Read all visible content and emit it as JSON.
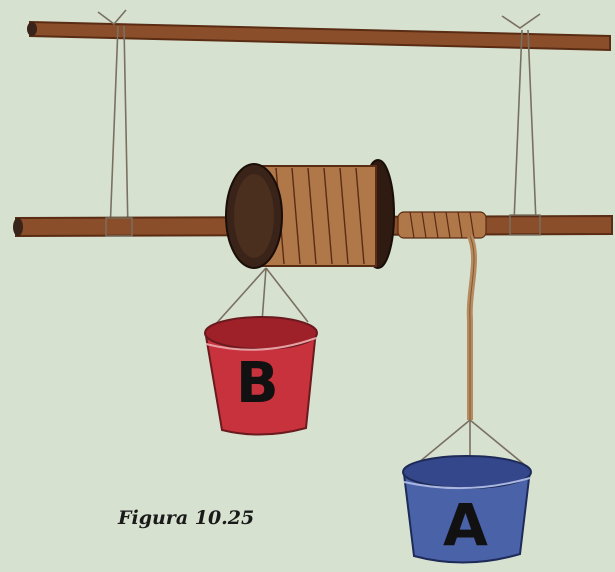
{
  "figure": {
    "caption": "Figura 10.25",
    "labels": {
      "bucket_b": "B",
      "bucket_a": "A"
    },
    "colors": {
      "background": "#d6e2cf",
      "wood": "#8a4e2a",
      "wood_dark": "#5a2c14",
      "spool_rim": "#3a2318",
      "spool_rope": "#b07848",
      "rope": "#b98a5e",
      "string": "#7a7062",
      "bucket_b": "#c8323c",
      "bucket_a": "#4a62a8"
    }
  }
}
